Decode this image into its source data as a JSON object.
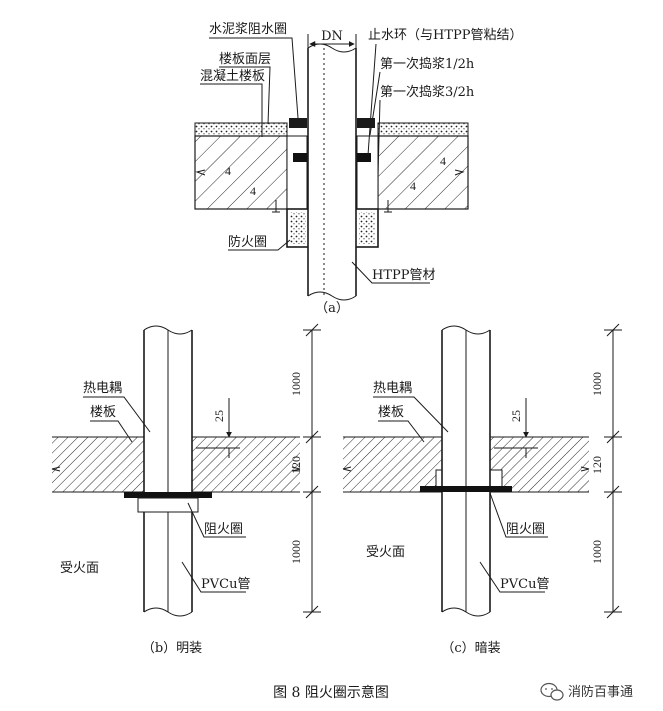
{
  "diagram_a": {
    "labels": {
      "cement_ring": "水泥浆阻水圈",
      "floor_surface": "楼板面层",
      "concrete_slab": "混凝土楼板",
      "dn": "DN",
      "water_stop_ring": "止水环（与HTPP管粘结）",
      "first_grout": "第一次捣浆1/2h",
      "second_grout": "第一次捣浆3/2h",
      "fire_collar": "防火圈",
      "pipe": "HTPP管材"
    },
    "caption": "（a）"
  },
  "diagram_b": {
    "labels": {
      "thermocouple": "热电耦",
      "slab": "楼板",
      "fire_collar": "阻火圈",
      "fire_side": "受火面",
      "pipe": "PVCu管"
    },
    "dims": {
      "top": "1000",
      "offset": "25",
      "slab": "120",
      "bottom": "1000"
    },
    "caption": "（b）明装"
  },
  "diagram_c": {
    "labels": {
      "thermocouple": "热电耦",
      "slab": "楼板",
      "fire_collar": "阻火圈",
      "fire_side": "受火面",
      "pipe": "PVCu管"
    },
    "dims": {
      "top": "1000",
      "offset": "25",
      "slab": "120",
      "bottom": "1000"
    },
    "caption": "（c）暗装"
  },
  "figure_title": "图 8    阻火圈示意图",
  "watermark": {
    "icon": "wechat-icon",
    "text": "消防百事通"
  }
}
